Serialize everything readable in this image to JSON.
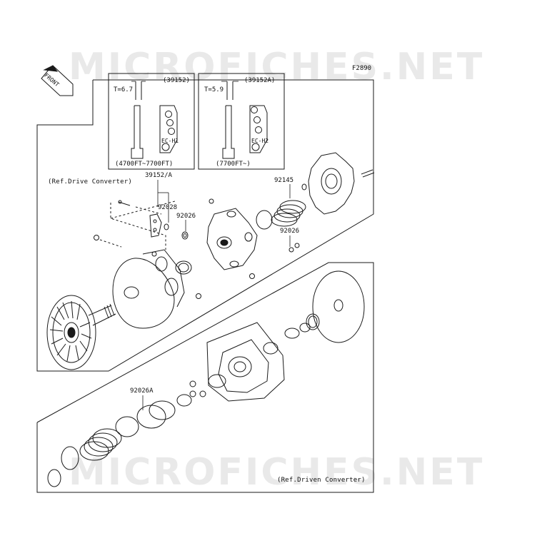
{
  "figure": {
    "code": "F2890",
    "watermark_top": "MICROFICHES.NET",
    "watermark_bottom": "MICROFICHES.NET",
    "front_label": "FRONT"
  },
  "inset_left": {
    "part": "(39152)",
    "thickness": "T=6.7",
    "mark": "EC-H1",
    "range": "(4700FT~7700FT)"
  },
  "inset_right": {
    "part": "(39152A)",
    "thickness": "T=5.9",
    "mark": "EC-H2",
    "range": "(7700FT~)"
  },
  "callouts": {
    "ref_drive": "(Ref.Drive Converter)",
    "ref_driven": "(Ref.Driven Converter)",
    "p39152A": "39152/A",
    "p92028": "92028",
    "p92026_a": "92026",
    "p92026_b": "92026",
    "p92145": "92145",
    "p92026A": "92026A"
  },
  "colors": {
    "line": "#1a1a1a",
    "watermark": "#e9e9e9"
  }
}
